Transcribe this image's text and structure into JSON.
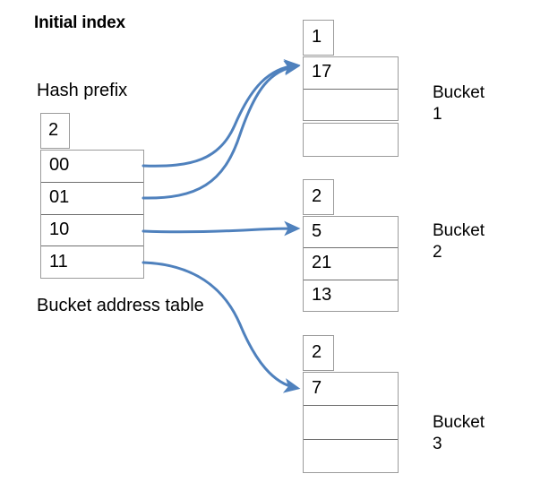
{
  "title": "Initial index",
  "labels": {
    "hash_prefix": "Hash prefix",
    "bucket_address_table": "Bucket address table"
  },
  "colors": {
    "connector": "#4F81BD",
    "box_border": "#9b9b9b",
    "row_divider": "#6f6f6f",
    "text": "#000000",
    "background": "#ffffff"
  },
  "bucket_address_table": {
    "global_depth": "2",
    "rows": [
      {
        "key": "00"
      },
      {
        "key": "01"
      },
      {
        "key": "10"
      },
      {
        "key": "11"
      }
    ]
  },
  "buckets": [
    {
      "id": "bucket-1",
      "label": "Bucket\n1",
      "local_depth": "1",
      "entries": [
        "17",
        "",
        ""
      ]
    },
    {
      "id": "bucket-2",
      "label": "Bucket\n2",
      "local_depth": "2",
      "entries": [
        "5",
        "21",
        "13"
      ]
    },
    {
      "id": "bucket-3",
      "label": "Bucket\n3",
      "local_depth": "2",
      "entries": [
        "7",
        "",
        ""
      ]
    }
  ],
  "connectors": [
    {
      "from": "00",
      "to": "bucket-1"
    },
    {
      "from": "01",
      "to": "bucket-1"
    },
    {
      "from": "10",
      "to": "bucket-2"
    },
    {
      "from": "11",
      "to": "bucket-3"
    }
  ]
}
